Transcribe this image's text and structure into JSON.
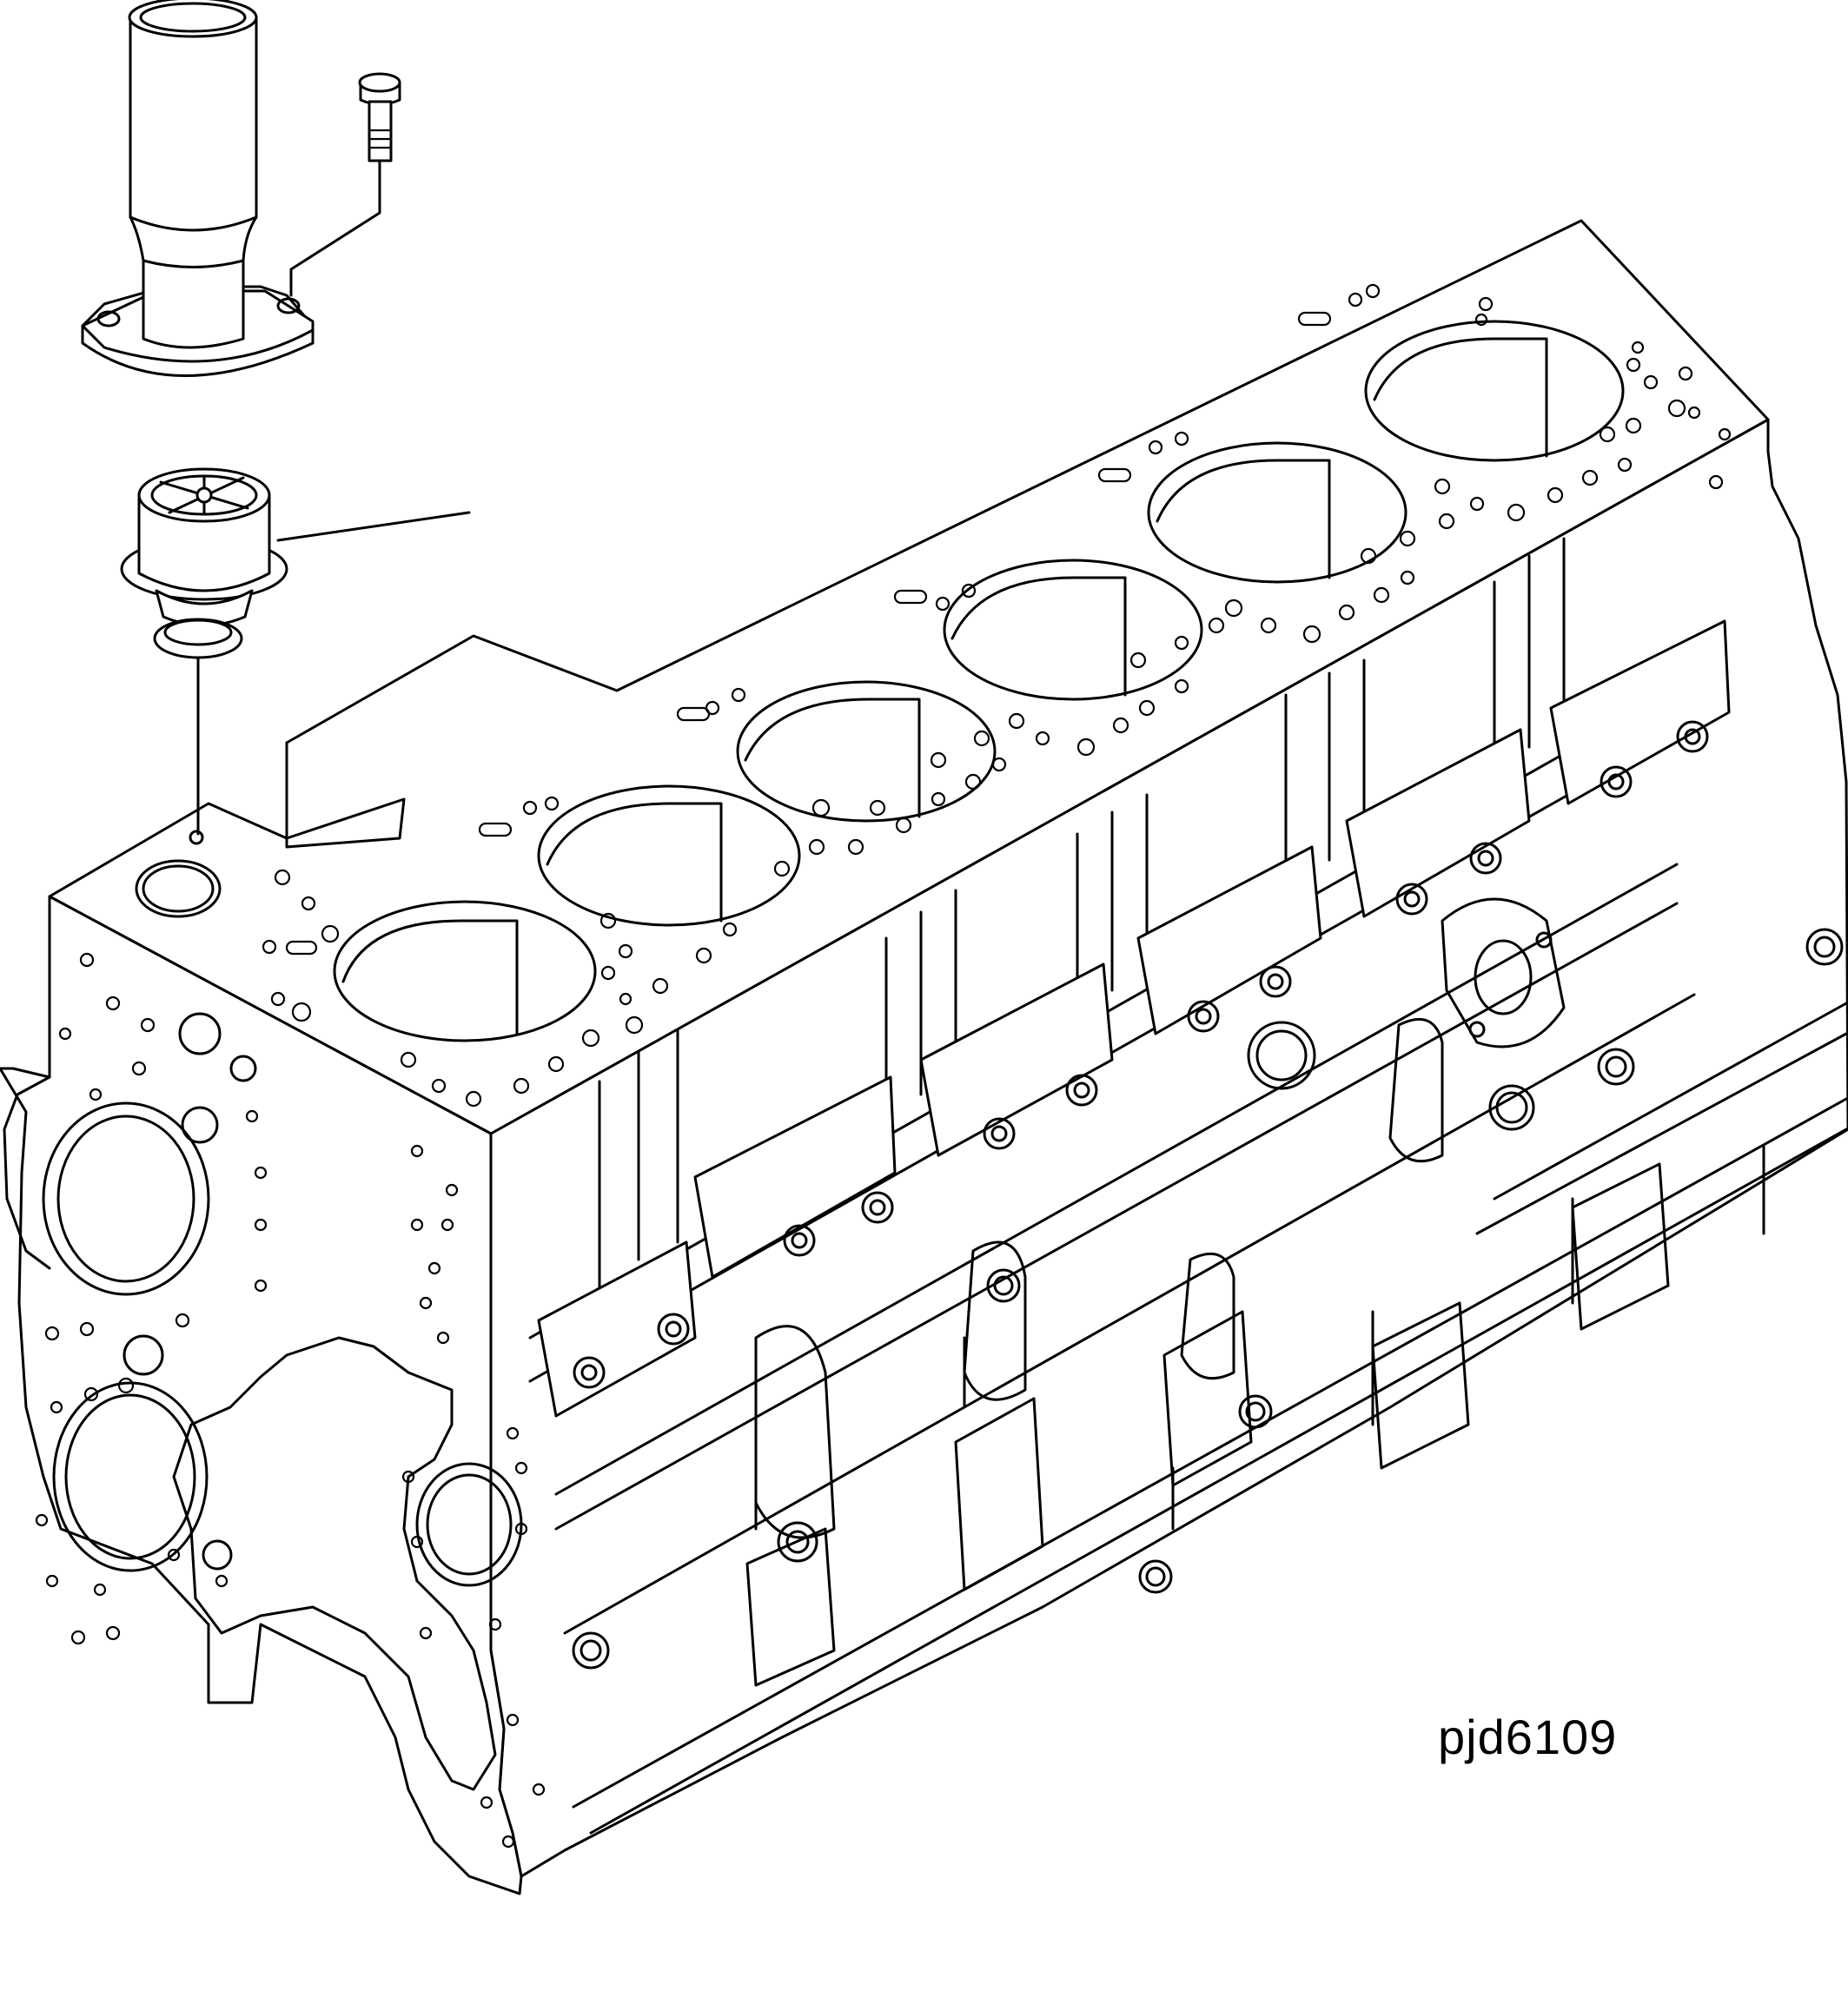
{
  "drawing": {
    "code": "pjd6109",
    "ink_color": "#000000",
    "paper_color": "#ffffff"
  },
  "parts": {
    "cylinder_bores": 6,
    "items": [
      {
        "name": "water-outlet-pipe"
      },
      {
        "name": "mounting-bolt"
      },
      {
        "name": "thermostat"
      },
      {
        "name": "thermostat-seal"
      },
      {
        "name": "cylinder-block"
      }
    ]
  }
}
